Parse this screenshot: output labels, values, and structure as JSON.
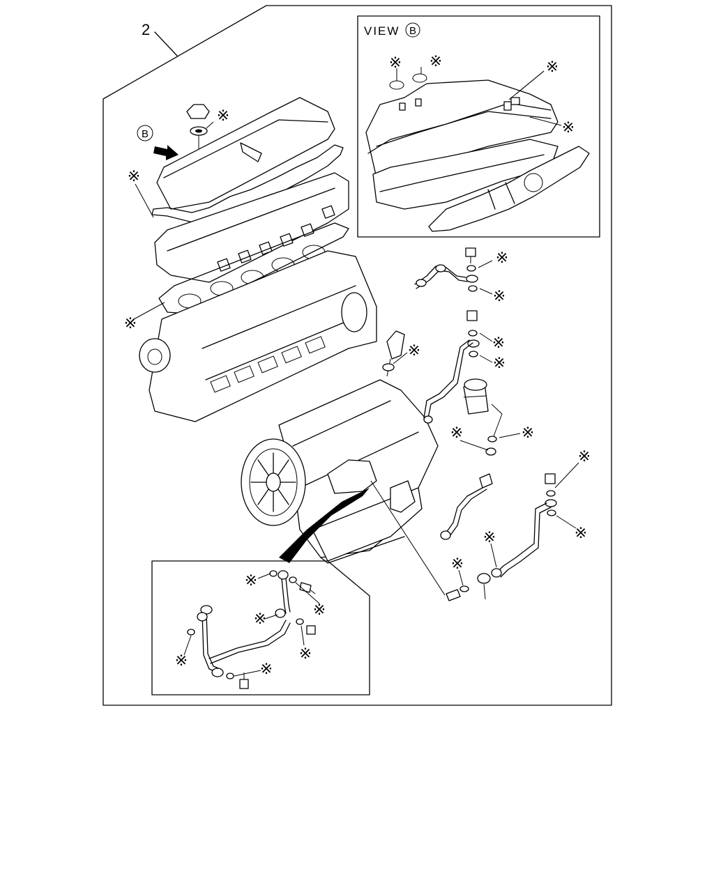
{
  "kit_number": "2",
  "view_label": "VIEW",
  "view_marker": "B",
  "arrow_marker": "B",
  "mark_symbol": "※",
  "callout_count": 25
}
